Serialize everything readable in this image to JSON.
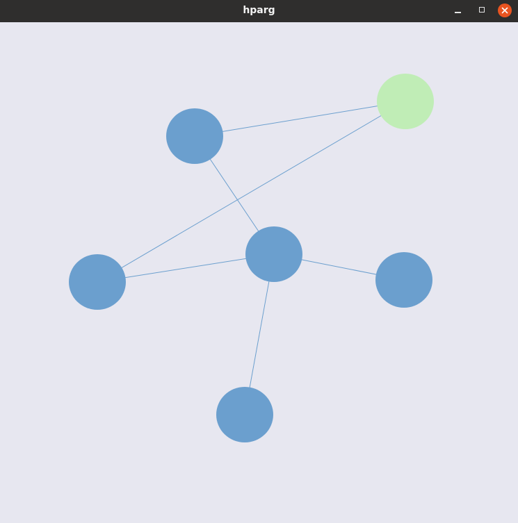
{
  "window": {
    "title": "hparg"
  },
  "controls": {
    "minimize_icon": "minimize-icon",
    "maximize_icon": "maximize-icon",
    "close_icon": "close-icon"
  },
  "colors": {
    "background": "#e7e7f0",
    "titlebar": "#2f2e2d",
    "node_default": "#6b9fce",
    "node_highlight": "#c0edb6",
    "edge": "#6b9fce",
    "close_button": "#e95420"
  },
  "graph": {
    "nodes": [
      {
        "id": "n1",
        "highlighted": false
      },
      {
        "id": "n2",
        "highlighted": true
      },
      {
        "id": "n3",
        "highlighted": false
      },
      {
        "id": "n4",
        "highlighted": false
      },
      {
        "id": "n5",
        "highlighted": false
      },
      {
        "id": "n6",
        "highlighted": false
      }
    ],
    "edges": [
      [
        "n1",
        "n2"
      ],
      [
        "n1",
        "n4"
      ],
      [
        "n2",
        "n3"
      ],
      [
        "n3",
        "n4"
      ],
      [
        "n4",
        "n5"
      ],
      [
        "n4",
        "n6"
      ]
    ]
  }
}
